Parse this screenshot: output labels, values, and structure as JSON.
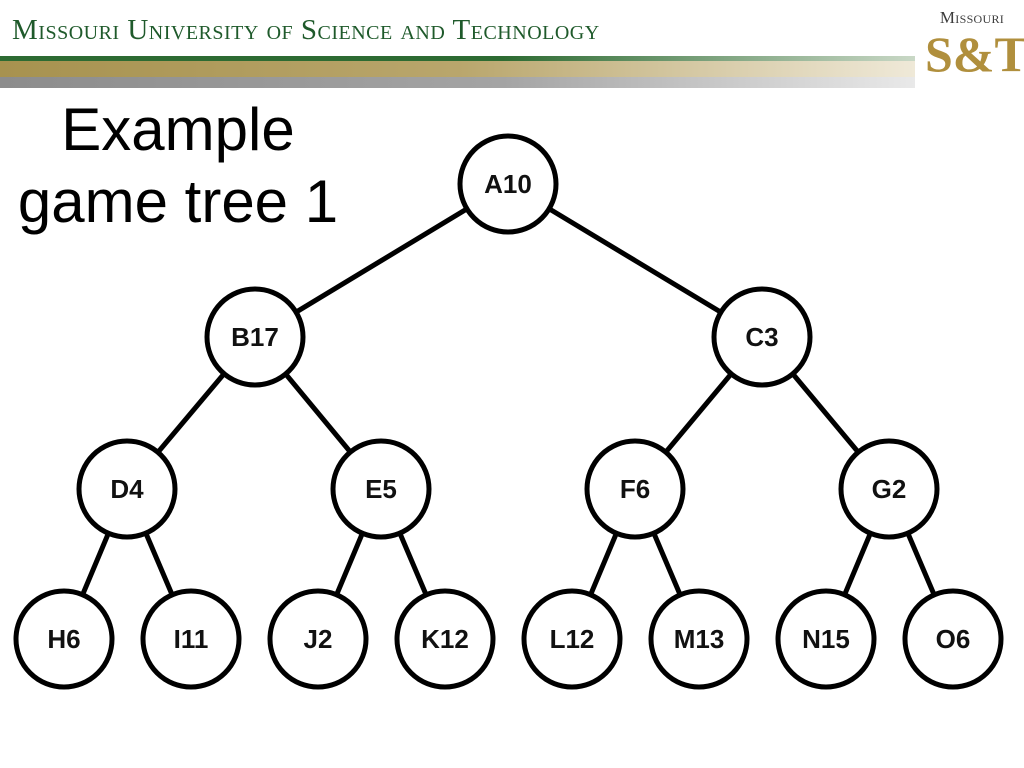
{
  "header": {
    "university": "Missouri University of Science and Technology",
    "logo_top": "Missouri",
    "logo_mark": "S&T"
  },
  "slide": {
    "title_line1": "Example",
    "title_line2": "game tree 1"
  },
  "tree": {
    "nodes": [
      {
        "id": "A",
        "label": "A10",
        "value": 10
      },
      {
        "id": "B",
        "label": "B17",
        "value": 17
      },
      {
        "id": "C",
        "label": "C3",
        "value": 3
      },
      {
        "id": "D",
        "label": "D4",
        "value": 4
      },
      {
        "id": "E",
        "label": "E5",
        "value": 5
      },
      {
        "id": "F",
        "label": "F6",
        "value": 6
      },
      {
        "id": "G",
        "label": "G2",
        "value": 2
      },
      {
        "id": "H",
        "label": "H6",
        "value": 6
      },
      {
        "id": "I",
        "label": "I11",
        "value": 11
      },
      {
        "id": "J",
        "label": "J2",
        "value": 2
      },
      {
        "id": "K",
        "label": "K12",
        "value": 12
      },
      {
        "id": "L",
        "label": "L12",
        "value": 12
      },
      {
        "id": "M",
        "label": "M13",
        "value": 13
      },
      {
        "id": "N",
        "label": "N15",
        "value": 15
      },
      {
        "id": "O",
        "label": "O6",
        "value": 6
      }
    ],
    "edges": [
      [
        "A",
        "B"
      ],
      [
        "A",
        "C"
      ],
      [
        "B",
        "D"
      ],
      [
        "B",
        "E"
      ],
      [
        "C",
        "F"
      ],
      [
        "C",
        "G"
      ],
      [
        "D",
        "H"
      ],
      [
        "D",
        "I"
      ],
      [
        "E",
        "J"
      ],
      [
        "E",
        "K"
      ],
      [
        "F",
        "L"
      ],
      [
        "F",
        "M"
      ],
      [
        "G",
        "N"
      ],
      [
        "G",
        "O"
      ]
    ]
  }
}
